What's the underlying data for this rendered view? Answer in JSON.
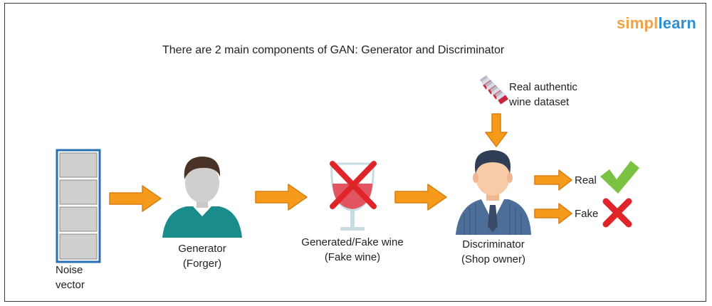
{
  "heading": "There are 2 main components of GAN: Generator and Discriminator",
  "logo": {
    "part1": "simpl",
    "part2": "learn"
  },
  "noise": {
    "line1": "Noise",
    "line2": "vector"
  },
  "generator": {
    "line1": "Generator",
    "line2": "(Forger)"
  },
  "fake_wine": {
    "line1": "Generated/Fake wine",
    "line2": "(Fake wine)"
  },
  "discriminator": {
    "line1": "Discriminator",
    "line2": "(Shop owner)"
  },
  "dataset": {
    "line1": "Real authentic",
    "line2": "wine dataset"
  },
  "outputs": {
    "real": "Real",
    "fake": "Fake"
  },
  "colors": {
    "arrow": "#f59a1b",
    "arrow_edge": "#d77f10",
    "cross": "#e0252a",
    "check": "#7cc242",
    "noise_border": "#2a6fb0",
    "noise_cell": "#cfcfcf",
    "generator_shirt": "#1a8c8c",
    "suit": "#4d6e98",
    "hair": "#4a3226",
    "skin": "#f7caa8",
    "face_grey": "#cfcfcf"
  },
  "icons": [
    "noise-vector-icon",
    "generator-person-icon",
    "wine-glass-icon",
    "discriminator-person-icon",
    "wine-bottles-icon",
    "check-icon",
    "cross-icon",
    "arrow-icon"
  ]
}
